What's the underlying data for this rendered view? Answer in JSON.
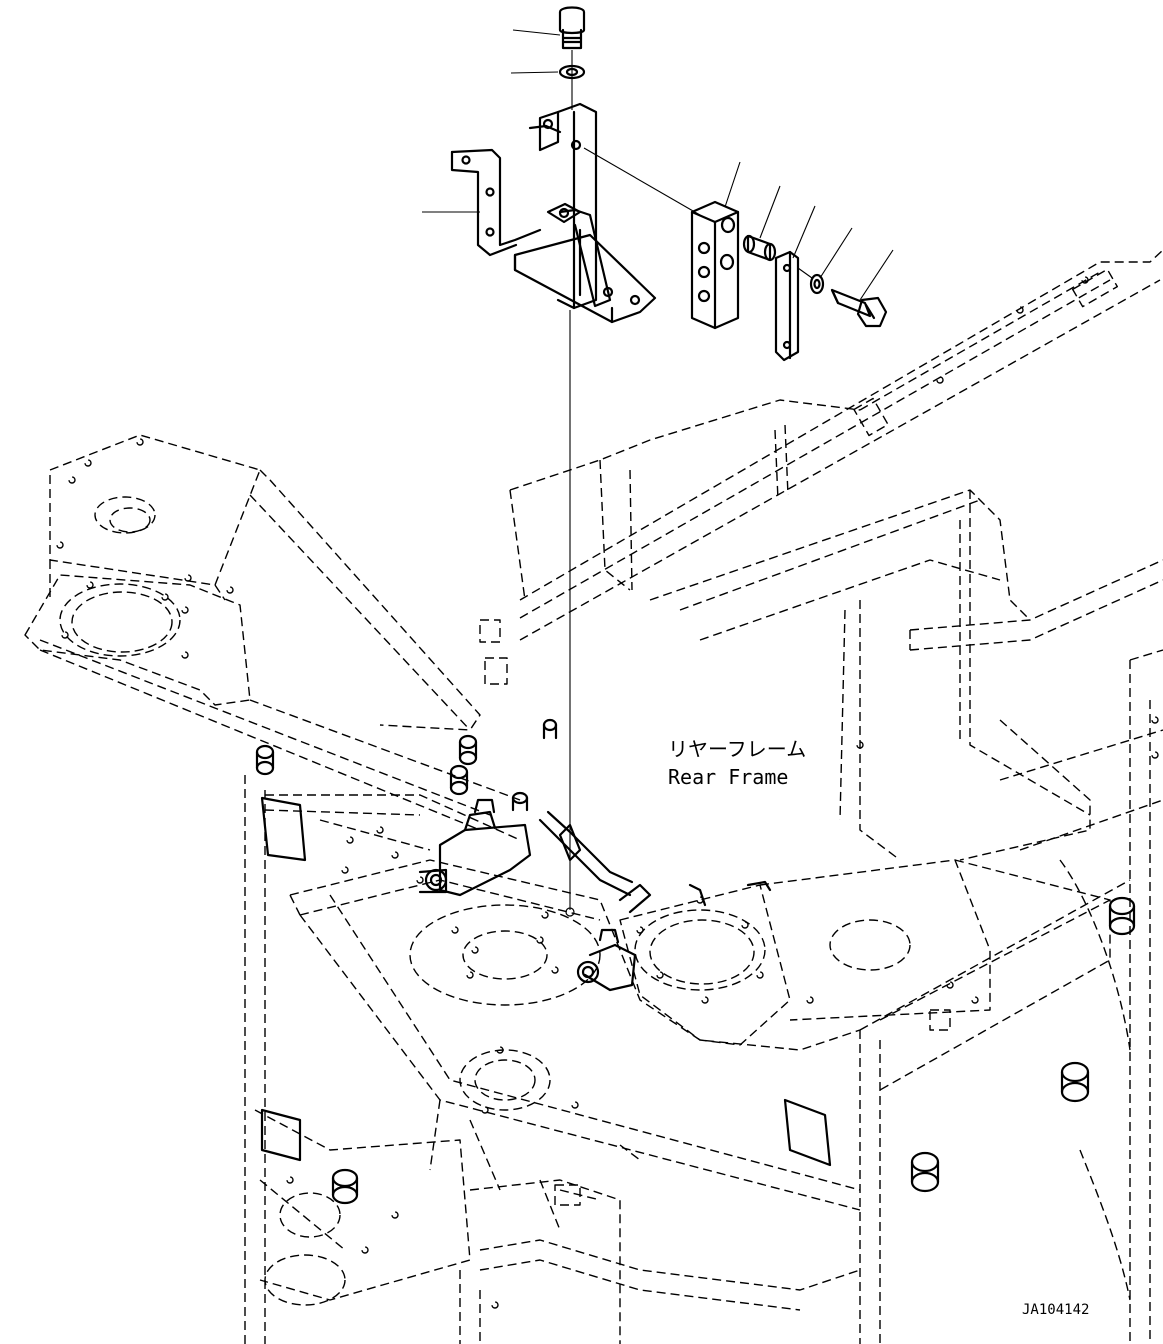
{
  "labels": {
    "part_name_jp": "リヤーフレーム",
    "part_name_en": "Rear Frame",
    "drawing_id": "JA104142"
  },
  "callouts": [
    {
      "name": "bolt-top"
    },
    {
      "name": "washer-top"
    },
    {
      "name": "bracket"
    },
    {
      "name": "block"
    },
    {
      "name": "collar"
    },
    {
      "name": "plate"
    },
    {
      "name": "washer-right"
    },
    {
      "name": "bolt-right"
    }
  ]
}
